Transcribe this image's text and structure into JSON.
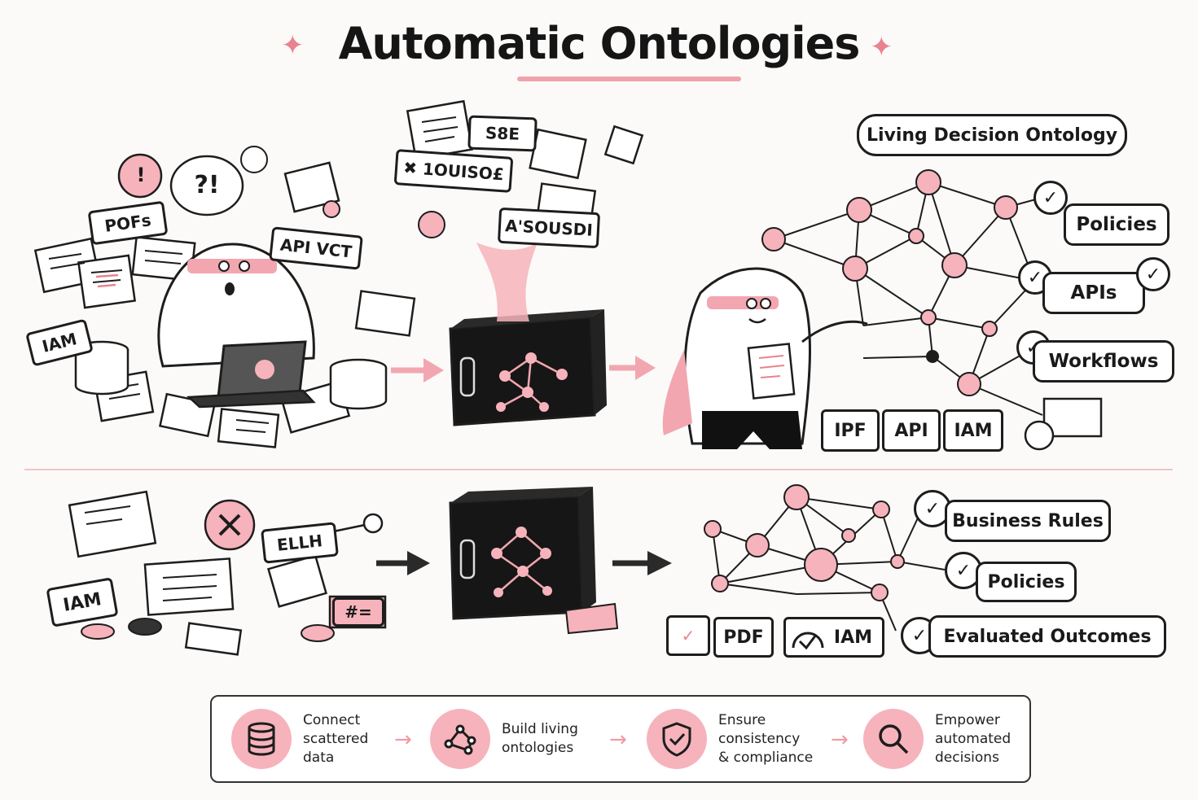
{
  "title": "Automatic Ontologies",
  "top": {
    "chaos_labels": {
      "pofs": "POFs",
      "api_vct": "API VCT",
      "iam": "IAM",
      "question": "?!",
      "alert": "!"
    },
    "flying_labels": {
      "s8e": "S8E",
      "iouisot": "✖ 1OUISO£",
      "asousdi": "A'SOUSDI"
    },
    "ontology_title": "Living Decision Ontology",
    "outputs": [
      "Policies",
      "APIs",
      "Workflows"
    ],
    "source_tags": [
      "IPF",
      "API",
      "IAM"
    ]
  },
  "bottom": {
    "chaos_labels": {
      "ellh": "ELLH",
      "iam": "IAM",
      "hash": "#="
    },
    "outputs": [
      "Business Rules",
      "Policies",
      "Evaluated Outcomes"
    ],
    "source_tags": [
      "PDF",
      "IAM"
    ]
  },
  "steps": [
    {
      "line1": "Connect",
      "line2": "scattered",
      "line3": "data",
      "icon": "database-icon"
    },
    {
      "line1": "Build living",
      "line2": "ontologies",
      "line3": "",
      "icon": "graph-icon"
    },
    {
      "line1": "Ensure",
      "line2": "consistency",
      "line3": "& compliance",
      "icon": "shield-check-icon"
    },
    {
      "line1": "Empower",
      "line2": "automated",
      "line3": "decisions",
      "icon": "magnifier-icon"
    }
  ],
  "colors": {
    "accent": "#f2a7b0",
    "accent_dark": "#e8838f",
    "ink": "#1b1b1b",
    "background": "#fbfaf8"
  }
}
